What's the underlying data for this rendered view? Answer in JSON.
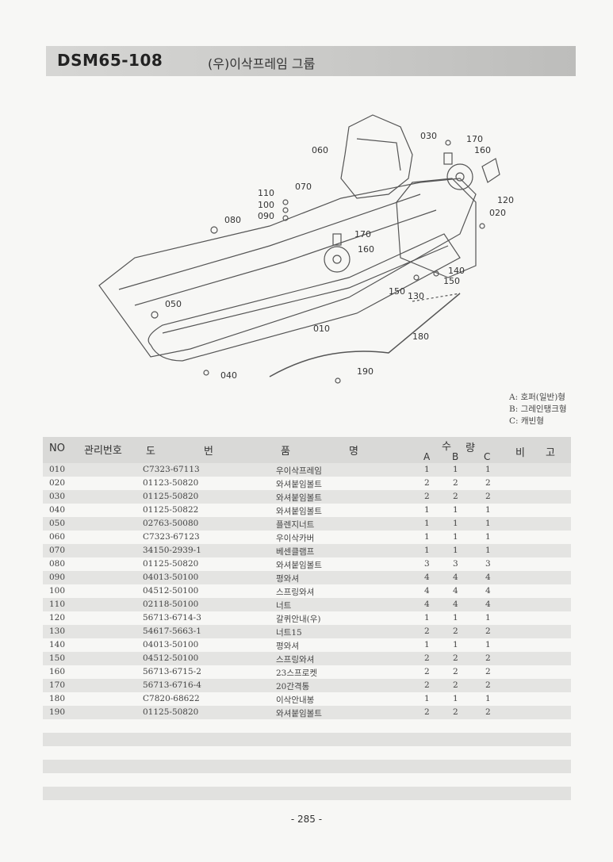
{
  "header": {
    "code": "DSM65-108",
    "title": "(우)이삭프레임 그룹"
  },
  "diagram": {
    "callouts": [
      "030",
      "170",
      "160",
      "060",
      "070",
      "110",
      "100",
      "090",
      "080",
      "120",
      "020",
      "170",
      "160",
      "140",
      "150",
      "150",
      "130",
      "050",
      "010",
      "180",
      "190",
      "040"
    ]
  },
  "legend": [
    "A: 호퍼(일반)형",
    "B: 그레인탱크형",
    "C: 캐빈형"
  ],
  "table": {
    "headers": {
      "no": "NO",
      "mgmt": "관리번호",
      "do": "도",
      "beon": "번",
      "pum": "품",
      "myeong": "명",
      "su": "수",
      "ryang": "량",
      "a": "A",
      "b": "B",
      "c": "C",
      "bi": "비",
      "go": "고"
    },
    "rows": [
      {
        "no": "010",
        "drawing": "C7323-67113",
        "name": "우이삭프레임",
        "a": "1",
        "b": "1",
        "c": "1"
      },
      {
        "no": "020",
        "drawing": "01123-50820",
        "name": "와셔붙임볼트",
        "a": "2",
        "b": "2",
        "c": "2"
      },
      {
        "no": "030",
        "drawing": "01125-50820",
        "name": "와셔붙임볼트",
        "a": "2",
        "b": "2",
        "c": "2"
      },
      {
        "no": "040",
        "drawing": "01125-50822",
        "name": "와셔붙임볼트",
        "a": "1",
        "b": "1",
        "c": "1"
      },
      {
        "no": "050",
        "drawing": "02763-50080",
        "name": "플렌지너트",
        "a": "1",
        "b": "1",
        "c": "1"
      },
      {
        "no": "060",
        "drawing": "C7323-67123",
        "name": "우이삭카버",
        "a": "1",
        "b": "1",
        "c": "1"
      },
      {
        "no": "070",
        "drawing": "34150-2939-1",
        "name": "베센클램프",
        "a": "1",
        "b": "1",
        "c": "1"
      },
      {
        "no": "080",
        "drawing": "01125-50820",
        "name": "와셔붙임볼트",
        "a": "3",
        "b": "3",
        "c": "3"
      },
      {
        "no": "090",
        "drawing": "04013-50100",
        "name": "평와셔",
        "a": "4",
        "b": "4",
        "c": "4"
      },
      {
        "no": "100",
        "drawing": "04512-50100",
        "name": "스프링와셔",
        "a": "4",
        "b": "4",
        "c": "4"
      },
      {
        "no": "110",
        "drawing": "02118-50100",
        "name": "너트",
        "a": "4",
        "b": "4",
        "c": "4"
      },
      {
        "no": "120",
        "drawing": "56713-6714-3",
        "name": "갈퀴안내(우)",
        "a": "1",
        "b": "1",
        "c": "1"
      },
      {
        "no": "130",
        "drawing": "54617-5663-1",
        "name": "너트15",
        "a": "2",
        "b": "2",
        "c": "2"
      },
      {
        "no": "140",
        "drawing": "04013-50100",
        "name": "평와셔",
        "a": "1",
        "b": "1",
        "c": "1"
      },
      {
        "no": "150",
        "drawing": "04512-50100",
        "name": "스프링와셔",
        "a": "2",
        "b": "2",
        "c": "2"
      },
      {
        "no": "160",
        "drawing": "56713-6715-2",
        "name": "23스프로켓",
        "a": "2",
        "b": "2",
        "c": "2"
      },
      {
        "no": "170",
        "drawing": "56713-6716-4",
        "name": "20간격통",
        "a": "2",
        "b": "2",
        "c": "2"
      },
      {
        "no": "180",
        "drawing": "C7820-68622",
        "name": "이삭안내봉",
        "a": "1",
        "b": "1",
        "c": "1"
      },
      {
        "no": "190",
        "drawing": "01125-50820",
        "name": "와셔붙임볼트",
        "a": "2",
        "b": "2",
        "c": "2"
      }
    ]
  },
  "page_number": "- 285 -"
}
